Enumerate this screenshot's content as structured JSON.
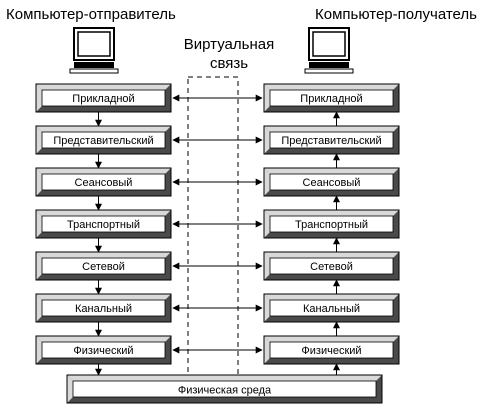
{
  "sender_title": "Компьютер-отправитель",
  "receiver_title": "Компьютер-получатель",
  "virtual_link": {
    "line1": "Виртуальная",
    "line2": "связь"
  },
  "layers": [
    "Прикладной",
    "Представительский",
    "Сеансовый",
    "Транспортный",
    "Сетевой",
    "Канальный",
    "Физический"
  ],
  "physical_medium": "Физическая среда",
  "icons": {
    "computer": "computer-monitor-icon"
  },
  "colors": {
    "box_face": "#ffffff",
    "bevel_light": "#d9d9d9",
    "bevel_dark": "#4a4a4a",
    "line": "#000000"
  }
}
